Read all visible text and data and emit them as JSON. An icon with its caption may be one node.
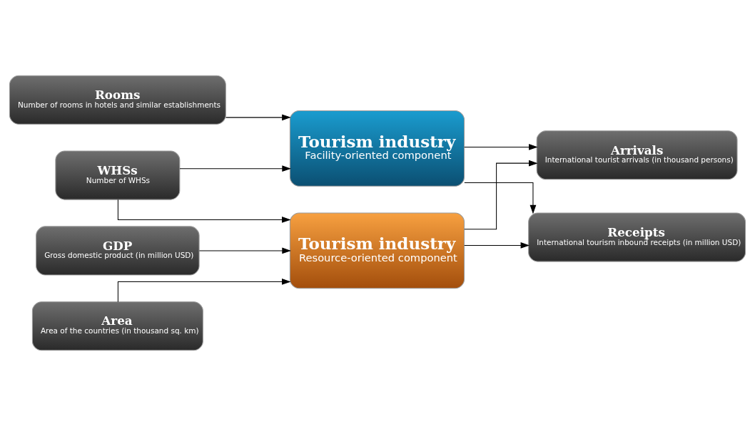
{
  "diagram": {
    "nodes": [
      {
        "text": [
          "Rooms",
          "Number of rooms in hotels and similar establishments"
        ]
      },
      {
        "text": [
          "WHSs",
          "Number of WHSs"
        ]
      },
      {
        "text": [
          "GDP",
          "Gross domestic product (in million USD)"
        ]
      },
      {
        "text": [
          "Area",
          "Area of the countries (in thousand sq. km)"
        ]
      },
      {
        "text": [
          "Tourism industry",
          "Facility-oriented component"
        ]
      },
      {
        "text": [
          "Tourism industry",
          "Resource-oriented component"
        ]
      },
      {
        "text": [
          "Arrivals",
          "International tourist arrivals (in thousand persons)"
        ]
      },
      {
        "text": [
          "Receipts",
          "International tourism inbound receipts (in million USD)"
        ]
      }
    ],
    "edges": [
      {
        "from": 0,
        "to": 4,
        "arrow": "to"
      },
      {
        "from": 1,
        "to": 4,
        "arrow": "to"
      },
      {
        "from": 1,
        "to": 5,
        "arrow": "to"
      },
      {
        "from": 2,
        "to": 5,
        "arrow": "to"
      },
      {
        "from": 3,
        "to": 5,
        "arrow": "to"
      },
      {
        "from": 4,
        "to": 6,
        "arrow": "to"
      },
      {
        "from": 4,
        "to": 7,
        "arrow": "to"
      },
      {
        "from": 5,
        "to": 6,
        "arrow": "to"
      },
      {
        "from": 5,
        "to": 7,
        "arrow": "to"
      }
    ]
  }
}
